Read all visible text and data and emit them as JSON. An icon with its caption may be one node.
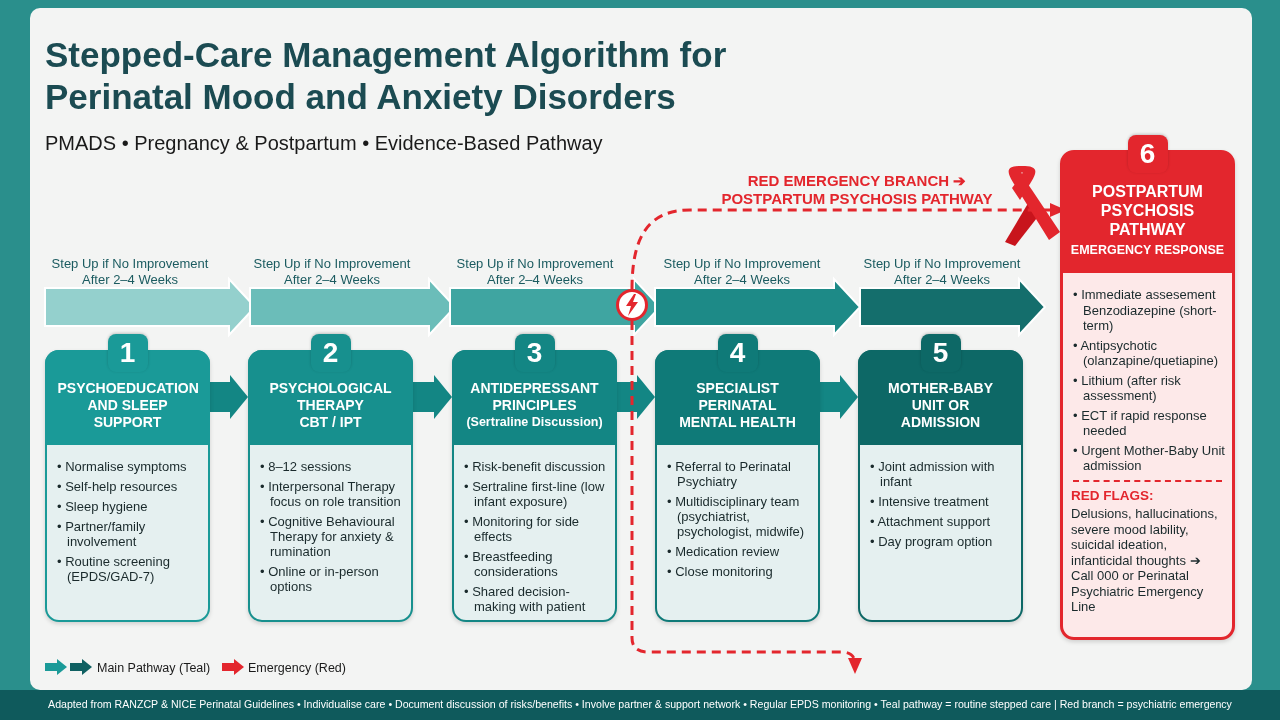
{
  "diagram": {
    "title": "Stepped-Care Management Algorithm for Perinatal Mood and Anxiety Disorders",
    "nodes": [
      {
        "text": [
          "1",
          "PSYCHOEDUCATION AND SLEEP SUPPORT",
          "• Normalise symptoms",
          "• Self-help resources",
          "• Sleep hygiene",
          "• Partner/family involvement",
          "• Routine screening (EPDS/GAD-7)"
        ]
      },
      {
        "text": [
          "2",
          "PSYCHOLOGICAL THERAPY",
          "CBT / IPT",
          "• 8–12 sessions",
          "• Interpersonal Therapy focus on role transition",
          "• Cognitive Behavioural Therapy for anxiety & rumination",
          "• Online or in-person options"
        ]
      },
      {
        "text": [
          "3",
          "ANTIDEPRESSANT PRINCIPLES",
          "(Sertraline Discussion)",
          "• Risk-benefit discussion",
          "• Sertraline first-line (low infant exposure)",
          "• Monitoring for side effects",
          "• Breastfeeding considerations",
          "• Shared decision-making with patient"
        ]
      },
      {
        "text": [
          "4",
          "SPECIALIST PERINATAL MENTAL HEALTH",
          "• Referral to Perinatal Psychiatry",
          "• Multidisciplinary team (psychiatrist, psychologist, midwife)",
          "• Medication review",
          "• Close monitoring"
        ]
      },
      {
        "text": [
          "5",
          "MOTHER-BABY UNIT OR ADMISSION",
          "• Joint admission with infant",
          "• Intensive treatment",
          "• Attachment support",
          "• Day program option"
        ]
      },
      {
        "text": [
          "6",
          "POSTPARTUM PSYCHOSIS PATHWAY",
          "EMERGENCY RESPONSE",
          "• Immediate assesement Benzodiazepine (short-term)",
          "• Antipsychotic (olanzapine/quetiapine)",
          "• Lithium (after risk assessment)",
          "• ECT if rapid response needed",
          "• Urgent Mother-Baby Unit admission",
          "RED FLAGS:",
          "Delusions, hallucinations, severe mood lability, suicidal ideation, infanticidal thoughts ➔ Call 000 or Perinatal Psychiatric Emergency Line"
        ]
      },
      {
        "text": [],
        "shape": "circle"
      }
    ],
    "edges": [
      {
        "from": 0,
        "to": 1,
        "arrow": "to"
      },
      {
        "from": 1,
        "to": 2,
        "arrow": "to"
      },
      {
        "from": 2,
        "to": 3,
        "arrow": "to"
      },
      {
        "from": 3,
        "to": 4,
        "arrow": "to"
      },
      {
        "from": 6,
        "to": 5,
        "arrow": "to",
        "label": "RED EMERGENCY BRANCH ➔ POSTPARTUM PSYCHOSIS PATHWAY",
        "style": "dashed",
        "color": "#e3262d"
      },
      {
        "from": 6,
        "to": null,
        "arrow": "to",
        "style": "dashed",
        "color": "#e3262d"
      }
    ],
    "labels": [
      "PMADS • Pregnancy & Postpartum • Evidence-Based Pathway",
      "Step Up if No Improvement After 2–4 Weeks",
      "Step Up if No Improvement After 2–4 Weeks",
      "Step Up if No Improvement After 2–4 Weeks",
      "Step Up if No Improvement After 2–4 Weeks",
      "Step Up if No Improvement After 2–4 Weeks",
      "Adapted from RANZCP & NICE Perinatal Guidelines • Individualise care • Document discussion of risks/benefits • Involve partner & support network • Regular EPDS monitoring • Teal pathway = routine stepped care | Red branch = psychiatric emergency"
    ],
    "legend": [
      {
        "text": "Main Pathway (Teal)"
      },
      {
        "text": "Emergency (Red)"
      }
    ]
  }
}
